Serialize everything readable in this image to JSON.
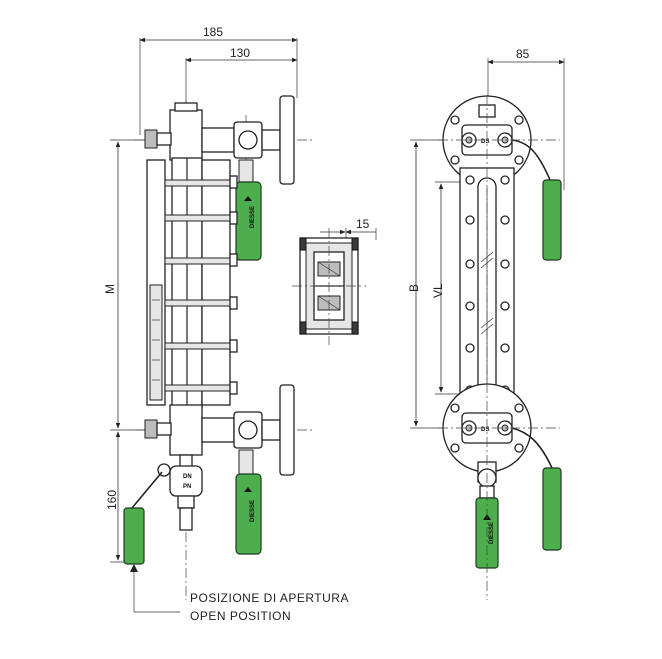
{
  "colors": {
    "handle": "#4cae4c",
    "handle_dark": "#2f7a2f",
    "line": "#222222"
  },
  "dimensions": {
    "d185": "185",
    "d130": "130",
    "d85": "85",
    "d15": "15",
    "d160": "160",
    "M": "M",
    "B": "B",
    "VL": "VL"
  },
  "labels": {
    "handle_brand": "DIESSE",
    "block_mark": "DS",
    "valve_marks": [
      "DN",
      "PN"
    ]
  },
  "caption": {
    "line1": "POSIZIONE DI APERTURA",
    "line2": "OPEN POSITION"
  }
}
